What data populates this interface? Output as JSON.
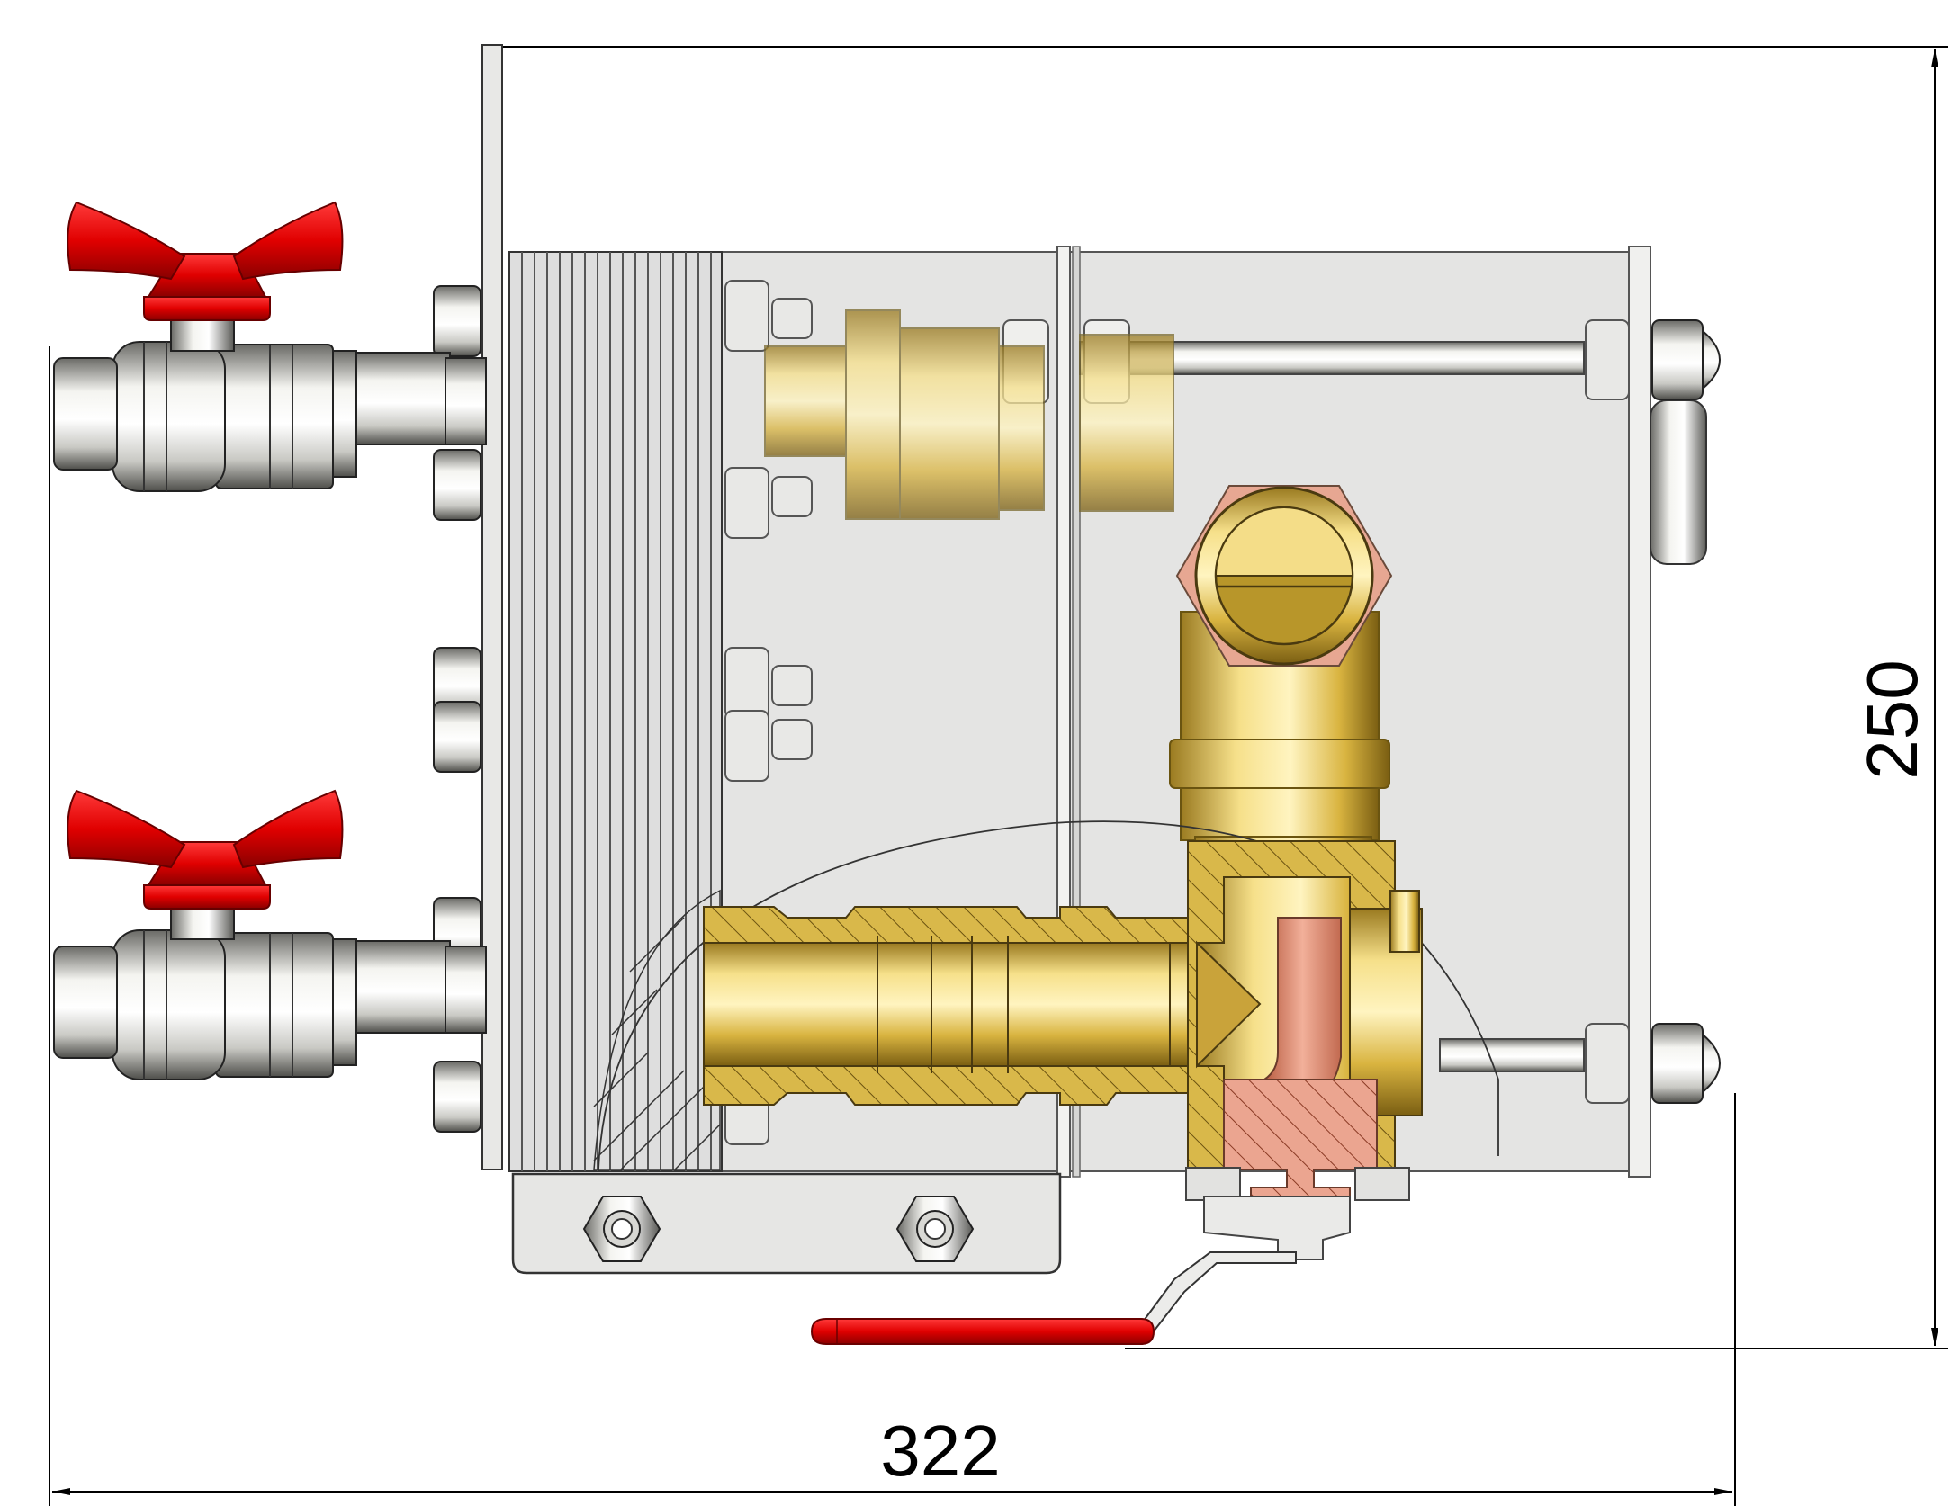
{
  "dimensions": {
    "width_label": "322",
    "height_label": "250"
  },
  "colors": {
    "handle_red": "#e00000",
    "brass": "#d8b848",
    "brass_light": "#efe2a0",
    "copper": "#e79a84",
    "steel": "#d8d8d6",
    "housing": "#e2e2e2",
    "outline": "#2a2a2a"
  },
  "components": [
    "ball-valve-top",
    "ball-valve-bottom",
    "plate-heat-exchanger",
    "housing-shell",
    "tie-rods",
    "brass-elbow-fitting",
    "brass-pipe-section",
    "drain-valve-handle",
    "mounting-bracket"
  ]
}
